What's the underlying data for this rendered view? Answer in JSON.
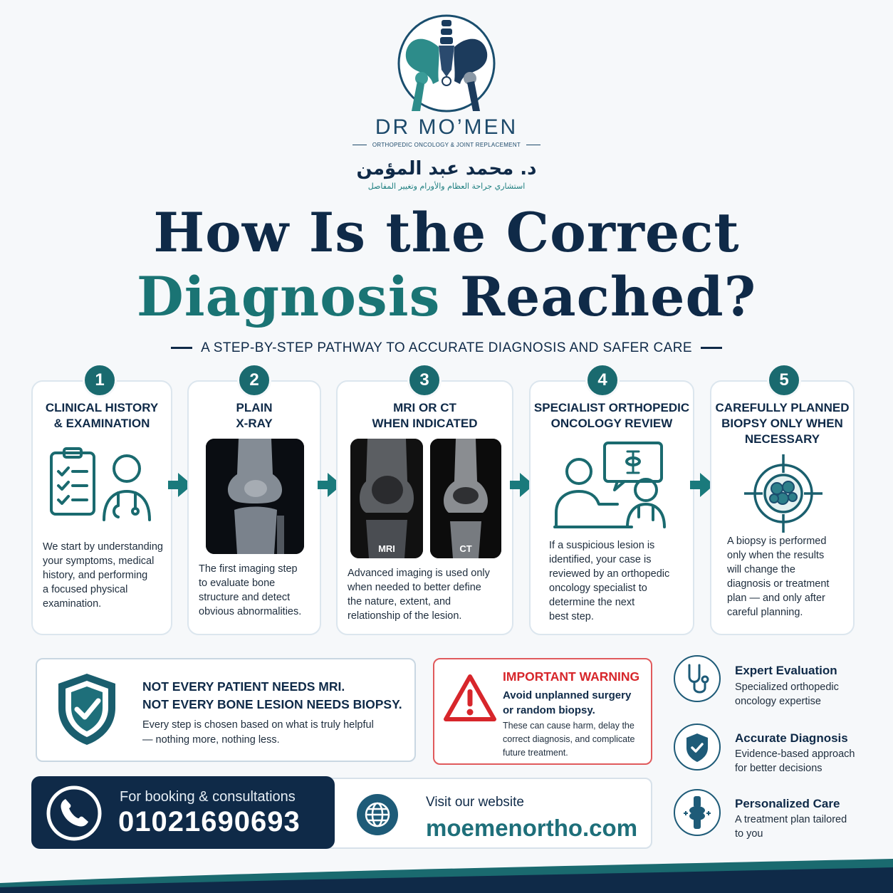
{
  "brand": {
    "name": "DR MO’MEN",
    "tagline": "ORTHOPEDIC ONCOLOGY & JOINT REPLACEMENT",
    "arabic_name": "د. محمد عبد المؤمن",
    "arabic_subtitle": "استشاري جراحة العظام والأورام وتغيير المفاصل"
  },
  "title": {
    "line1": "How Is the Correct",
    "line2_a": "Diagnosis",
    "line2_b": "Reached?"
  },
  "subtitle": "A STEP-BY-STEP PATHWAY TO ACCURATE DIAGNOSIS AND SAFER CARE",
  "steps": [
    {
      "number": "1",
      "title_l1": "CLINICAL HISTORY",
      "title_l2": "& EXAMINATION",
      "icon": "clipboard-doctor-icon",
      "body": [
        "We start by understanding",
        "your symptoms, medical",
        "history, and performing",
        "a focused physical",
        "examination."
      ]
    },
    {
      "number": "2",
      "title_l1": "PLAIN",
      "title_l2": "X-RAY",
      "icon": "xray-image",
      "body": [
        "The first imaging step",
        "to evaluate bone",
        "structure and detect",
        "obvious abnormalities."
      ]
    },
    {
      "number": "3",
      "title_l1": "MRI OR CT",
      "title_l2": "WHEN INDICATED",
      "icon": "mri-ct-images",
      "labels": [
        "MRI",
        "CT"
      ],
      "body": [
        "Advanced imaging is used only",
        "when needed to better define",
        "the nature, extent, and",
        "relationship of the lesion."
      ]
    },
    {
      "number": "4",
      "title_l1": "SPECIALIST ORTHOPEDIC",
      "title_l2": "ONCOLOGY REVIEW",
      "icon": "specialist-review-icon",
      "body": [
        "If a suspicious lesion is",
        "identified, your case is",
        "reviewed by an orthopedic",
        "oncology specialist to",
        "determine the next",
        "best step."
      ]
    },
    {
      "number": "5",
      "title_l1": "CAREFULLY PLANNED",
      "title_l2": "BIOPSY ONLY WHEN",
      "title_l3": "NECESSARY",
      "icon": "biopsy-target-icon",
      "body": [
        "A biopsy is performed",
        "only when the results",
        "will change the",
        "diagnosis or treatment",
        "plan — and only after",
        "careful planning."
      ]
    }
  ],
  "notice": {
    "line1": "NOT EVERY PATIENT NEEDS MRI.",
    "line2": "NOT EVERY BONE LESION NEEDS BIOPSY.",
    "body1": "Every step is chosen based on what is truly helpful",
    "body2": "— nothing more, nothing less."
  },
  "warning": {
    "title": "IMPORTANT WARNING",
    "headline1": "Avoid unplanned surgery",
    "headline2": "or random biopsy.",
    "body1": "These can cause harm, delay the",
    "body2": "correct diagnosis, and complicate",
    "body3": "future treatment."
  },
  "features": [
    {
      "title": "Expert Evaluation",
      "desc1": "Specialized orthopedic",
      "desc2": "oncology expertise",
      "icon": "stethoscope-icon"
    },
    {
      "title": "Accurate Diagnosis",
      "desc1": "Evidence-based approach",
      "desc2": "for better decisions",
      "icon": "shield-check-icon"
    },
    {
      "title": "Personalized Care",
      "desc1": "A treatment plan tailored",
      "desc2": "to you",
      "icon": "joint-icon"
    }
  ],
  "booking": {
    "label": "For booking & consultations",
    "phone": "01021690693",
    "icon": "phone-icon"
  },
  "website": {
    "label": "Visit our website",
    "url": "moemenortho.com",
    "icon": "globe-icon"
  },
  "colors": {
    "navy": "#0f2a48",
    "teal": "#1a7474",
    "warning_red": "#d7262b",
    "background": "#f6f8fa"
  }
}
